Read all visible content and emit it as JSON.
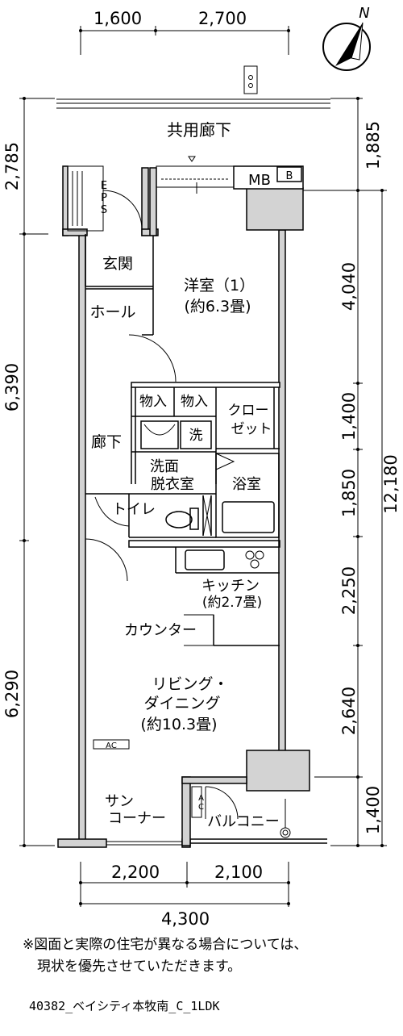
{
  "compass": {
    "north_label": "N"
  },
  "dimensions": {
    "top": [
      "1,600",
      "2,700"
    ],
    "bottom": [
      "2,200",
      "2,100"
    ],
    "bottom_total": "4,300",
    "left": [
      "2,785",
      "6,390",
      "6,290"
    ],
    "right": [
      "1,885",
      "4,040",
      "1,400",
      "1,850",
      "2,250",
      "2,640",
      "1,400"
    ],
    "right_total": "12,180"
  },
  "rooms": {
    "corridor": "共用廊下",
    "mb": "MB",
    "mb_b": "B",
    "eps": "EPS",
    "entrance": "玄関",
    "hall": "ホール",
    "western_room": "洋室（1）",
    "western_room_size": "(約6.3畳)",
    "storage1": "物入",
    "storage2": "物入",
    "closet_line1": "クロー",
    "closet_line2": "ゼット",
    "hallway": "廊下",
    "washer": "洗",
    "washroom_line1": "洗面",
    "washroom_line2": "脱衣室",
    "bathroom": "浴室",
    "toilet": "トイレ",
    "kitchen": "キッチン",
    "kitchen_size": "(約2.7畳)",
    "counter": "カウンター",
    "living_line1": "リビング・",
    "living_line2": "ダイニング",
    "living_size": "(約10.3畳)",
    "ac1": "AC",
    "ac2": "AC",
    "sun_corner_line1": "サン",
    "sun_corner_line2": "コーナー",
    "balcony": "バルコニー"
  },
  "notes": {
    "line1": "※図面と実際の住宅が異なる場合については、",
    "line2": "現状を優先させていただきます。"
  },
  "caption": "40382_ベイシティ本牧南_C_1LDK"
}
